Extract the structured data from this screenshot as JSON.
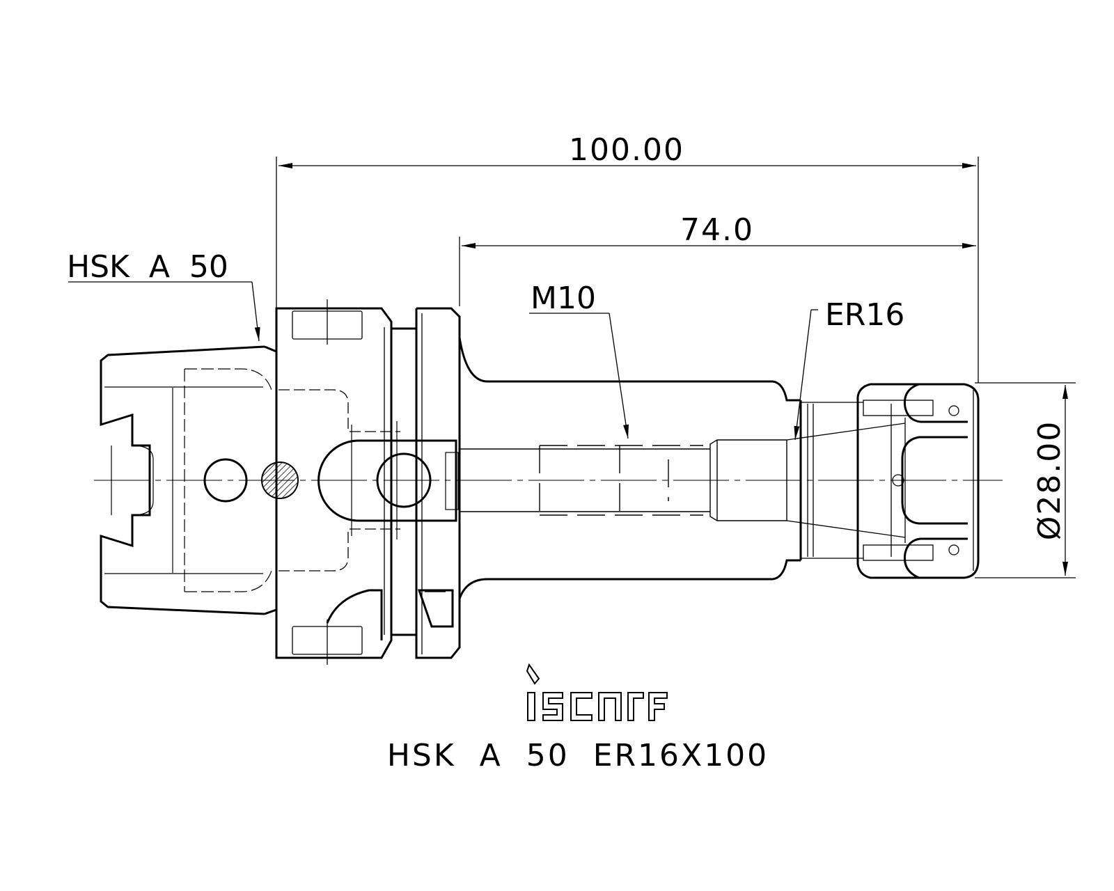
{
  "drawing": {
    "dimensions": {
      "overall_length": "100.00",
      "body_length": "74.0",
      "diameter": "Ø28.00"
    },
    "callouts": {
      "shank": "HSK  A  50",
      "thread": "M10",
      "collet": "ER16"
    },
    "logo_text": "iscar",
    "title": "HSK  A  50  ER16X100"
  }
}
